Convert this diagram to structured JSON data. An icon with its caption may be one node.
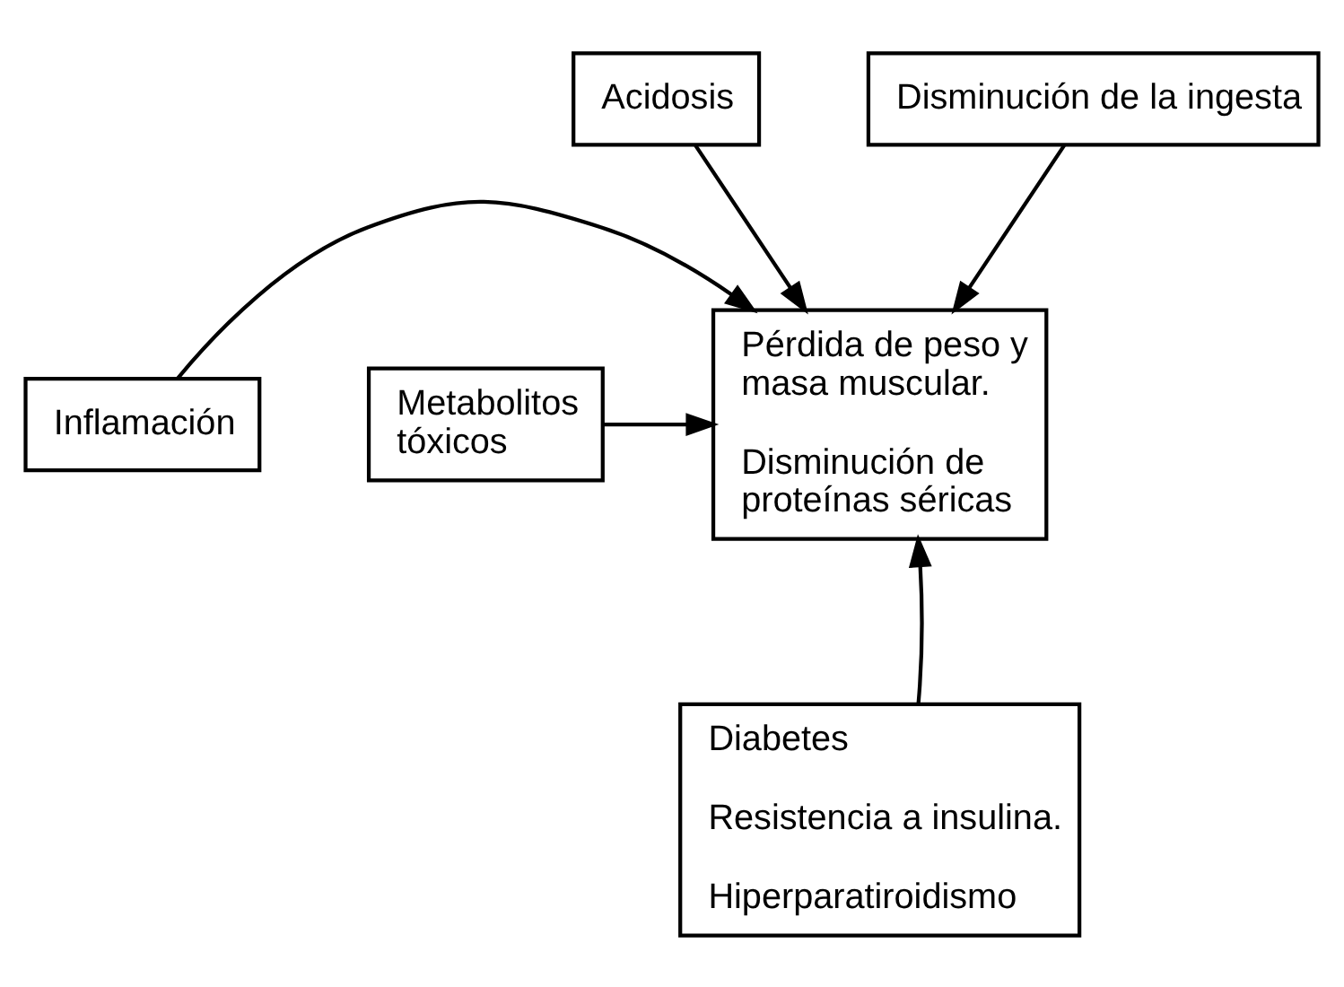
{
  "diagram": {
    "nodes": [
      {
        "text": [
          "Acidosis"
        ]
      },
      {
        "text": [
          "Disminución de la ingesta"
        ]
      },
      {
        "text": [
          "Inflamación"
        ]
      },
      {
        "text": [
          "Pérdida de peso y masa muscular.",
          "Disminución de proteínas séricas"
        ]
      },
      {
        "text": [
          "Metabolitos tóxicos"
        ]
      },
      {
        "text": [
          "Diabetes",
          "Resistencia a insulina.",
          "Hiperparatiroidismo"
        ]
      }
    ],
    "edges": [
      {
        "from": 0,
        "to": 3,
        "arrow": "to"
      },
      {
        "from": 1,
        "to": 3,
        "arrow": "to"
      },
      {
        "from": 2,
        "to": 3,
        "arrow": "to"
      },
      {
        "from": 4,
        "to": 3,
        "arrow": "to"
      },
      {
        "from": 5,
        "to": 3,
        "arrow": "to"
      }
    ]
  }
}
